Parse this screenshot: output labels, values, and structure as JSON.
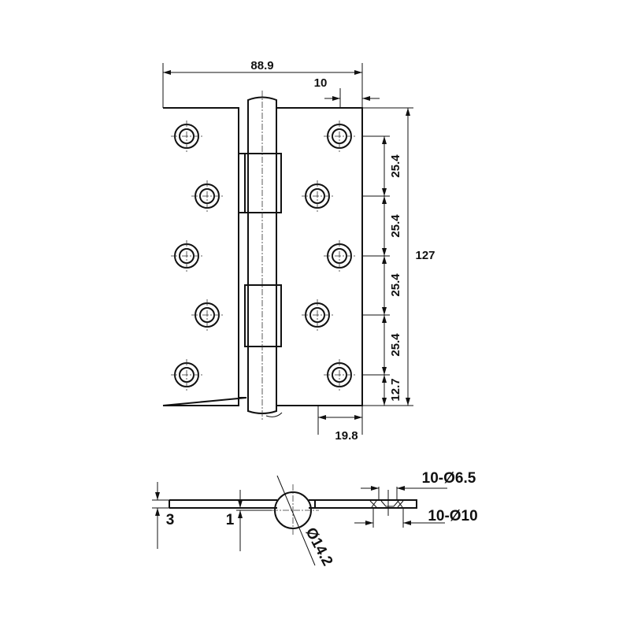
{
  "drawing": {
    "front_view": {
      "overall_width": "88.9",
      "knuckle_offset": "10",
      "overall_height": "127",
      "hole_pitch": [
        "25.4",
        "25.4",
        "25.4",
        "25.4"
      ],
      "end_hole_offset": "12.7",
      "hole_column_offset": "19.8"
    },
    "side_view": {
      "leaf_thickness_total": "3",
      "leaf_thickness": "1",
      "knuckle_diameter": "Ø14.2",
      "countersink_inner": "10-Ø6.5",
      "countersink_outer": "10-Ø10"
    }
  }
}
